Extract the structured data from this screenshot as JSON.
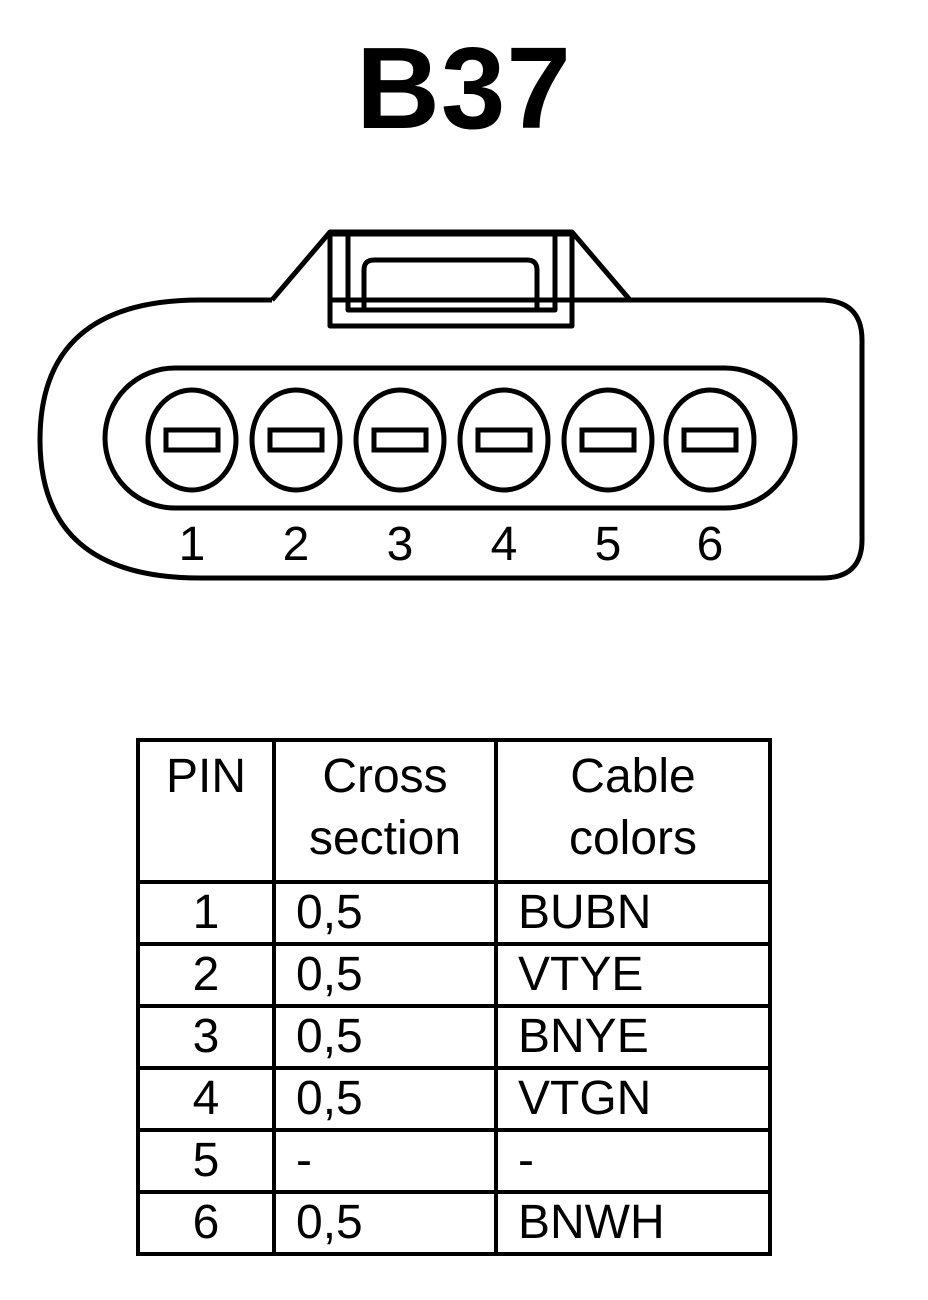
{
  "title": "B37",
  "connector": {
    "pin_numbers": [
      "1",
      "2",
      "3",
      "4",
      "5",
      "6"
    ]
  },
  "table": {
    "headers": {
      "pin": "PIN",
      "cross_section_line1": "Cross",
      "cross_section_line2": "section",
      "cable_colors_line1": "Cable",
      "cable_colors_line2": "colors"
    },
    "rows": [
      {
        "pin": "1",
        "cross_section": "0,5",
        "cable_colors": "BUBN"
      },
      {
        "pin": "2",
        "cross_section": "0,5",
        "cable_colors": "VTYE"
      },
      {
        "pin": "3",
        "cross_section": "0,5",
        "cable_colors": "BNYE"
      },
      {
        "pin": "4",
        "cross_section": "0,5",
        "cable_colors": "VTGN"
      },
      {
        "pin": "5",
        "cross_section": "-",
        "cable_colors": "-"
      },
      {
        "pin": "6",
        "cross_section": "0,5",
        "cable_colors": "BNWH"
      }
    ]
  }
}
